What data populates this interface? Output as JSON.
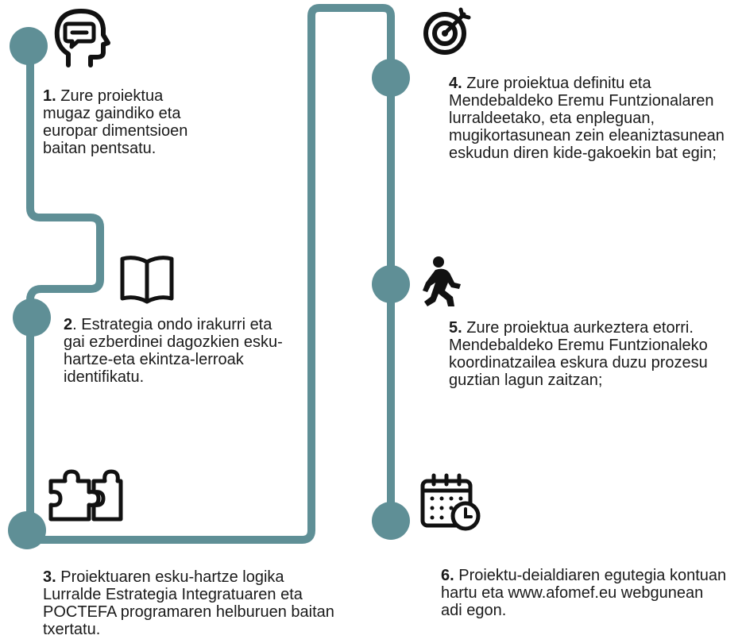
{
  "colors": {
    "path": "#5f8f96",
    "icon": "#111111",
    "text": "#1a1a1a"
  },
  "steps": [
    {
      "number": "1.",
      "text": " Zure proiektua mugaz gaindiko eta europar dimentsioen baitan pentsatu.",
      "icon": "head-speech-icon"
    },
    {
      "number": "2",
      "text": ". Estrategia ondo irakurri eta gai ezberdinei dagozkien esku-hartze-eta ekintza-lerroak identifikatu.",
      "icon": "open-book-icon"
    },
    {
      "number": "3.",
      "text": " Proiektuaren esku-hartze logika Lurralde Estrategia Integratuaren eta POCTEFA programaren helburuen baitan txertatu.",
      "icon": "puzzle-icon"
    },
    {
      "number": "4.",
      "text": " Zure proiektua definitu eta Mendebaldeko Eremu Funtzionalaren lurraldeetako, eta enpleguan, mugikortasunean zein eleaniztasunean eskudun diren kide-gakoekin bat egin;",
      "icon": "target-icon"
    },
    {
      "number": "5.",
      "text": " Zure proiektua aurkeztera etorri. Mendebaldeko Eremu Funtzionaleko koordinatzailea eskura duzu prozesu guztian lagun zaitzan;",
      "icon": "walking-person-icon"
    },
    {
      "number": "6.",
      "text": " Proiektu-deialdiaren egutegia kontuan hartu eta www.afomef.eu webgunean adi egon.",
      "icon": "calendar-clock-icon"
    }
  ]
}
